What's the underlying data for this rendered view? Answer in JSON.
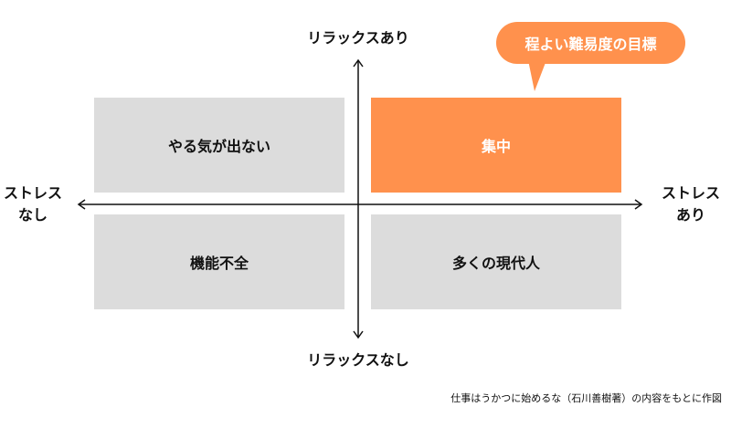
{
  "colors": {
    "accent": "#FF914D",
    "quadrant": "#DCDCDC"
  },
  "axes": {
    "top": "リラックスあり",
    "bottom": "リラックスなし",
    "left": [
      "ストレス",
      "なし"
    ],
    "right": [
      "ストレス",
      "あり"
    ]
  },
  "quadrants": {
    "top_left": "やる気が出ない",
    "top_right": "集中",
    "bottom_left": "機能不全",
    "bottom_right": "多くの現代人"
  },
  "callout": "程よい難易度の目標",
  "footer": "仕事はうかつに始めるな（石川善樹著）の内容をもとに作図"
}
